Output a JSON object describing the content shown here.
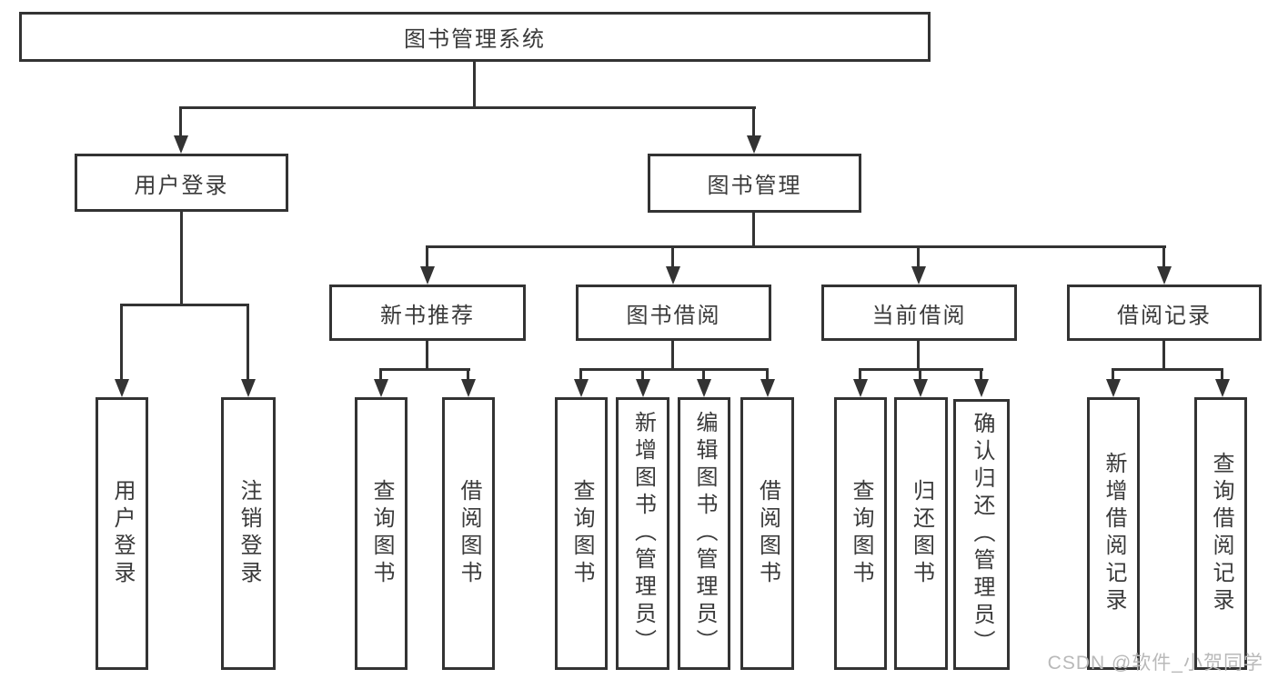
{
  "diagram": {
    "title": "图书管理系统",
    "tree": {
      "root": {
        "label": "图书管理系统",
        "children": [
          {
            "label": "用户登录",
            "children": [
              {
                "label": "用户登录"
              },
              {
                "label": "注销登录"
              }
            ]
          },
          {
            "label": "图书管理",
            "children": [
              {
                "label": "新书推荐",
                "children": [
                  {
                    "label": "查询图书"
                  },
                  {
                    "label": "借阅图书"
                  }
                ]
              },
              {
                "label": "图书借阅",
                "children": [
                  {
                    "label": "查询图书"
                  },
                  {
                    "label": "新增图书（管理员）"
                  },
                  {
                    "label": "编辑图书（管理员）"
                  },
                  {
                    "label": "借阅图书"
                  }
                ]
              },
              {
                "label": "当前借阅",
                "children": [
                  {
                    "label": "查询图书"
                  },
                  {
                    "label": "归还图书"
                  },
                  {
                    "label": "确认归还（管理员）"
                  }
                ]
              },
              {
                "label": "借阅记录",
                "children": [
                  {
                    "label": "新增借阅记录"
                  },
                  {
                    "label": "查询借阅记录"
                  }
                ]
              }
            ]
          }
        ]
      }
    },
    "colors": {
      "line": "#333333",
      "text": "#3a3a3a",
      "background": "#ffffff",
      "watermark": "#b9b9b9"
    }
  },
  "watermark": {
    "text": "CSDN @软件_小贺同学"
  }
}
